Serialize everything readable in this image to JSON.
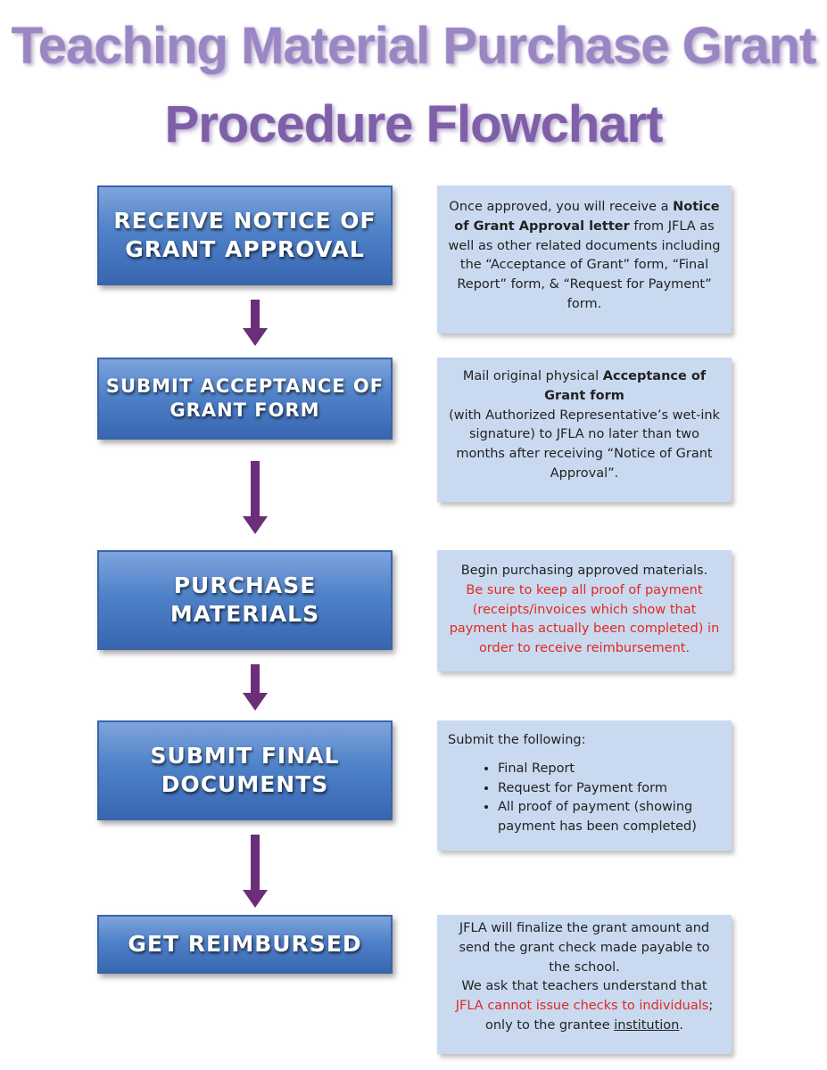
{
  "title_line1": "Teaching Material Purchase Grant",
  "title_line2": "Procedure Flowchart",
  "steps": [
    {
      "label": "RECEIVE NOTICE OF\nGRANT APPROVAL"
    },
    {
      "label": "SUBMIT ACCEPTANCE OF\nGRANT FORM"
    },
    {
      "label": "PURCHASE\nMATERIALS"
    },
    {
      "label": "SUBMIT FINAL\nDOCUMENTS"
    },
    {
      "label": "GET REIMBURSED"
    }
  ],
  "info1": {
    "t1": "Once approved, you will receive a ",
    "b1": "Notice of Grant Approval letter",
    "t2": " from JFLA as well as other related documents including the “Acceptance of Grant” form, “Final Report” form, & “Request for Payment” form."
  },
  "info2": {
    "t1": "Mail original physical ",
    "b1": "Acceptance of Grant form",
    "t2": "(with Authorized Representative’s wet-ink signature) to JFLA no later than two months after receiving “Notice of Grant Approval”."
  },
  "info3": {
    "t1": "Begin purchasing approved materials.",
    "red": "Be sure to keep all proof of payment (receipts/invoices which show that payment has actually been completed) in order to receive reimbursement."
  },
  "info4": {
    "intro": "Submit the following:",
    "items": [
      "Final Report",
      "Request for Payment form",
      "All proof of payment (showing payment has been completed)"
    ]
  },
  "info5": {
    "t1": "JFLA will finalize the grant amount and send the grant check made payable to the school.",
    "t2": "We ask that teachers understand that ",
    "red": "JFLA cannot issue checks to individuals",
    "t3": "; only to the grantee ",
    "u": "institution",
    "t4": "."
  }
}
